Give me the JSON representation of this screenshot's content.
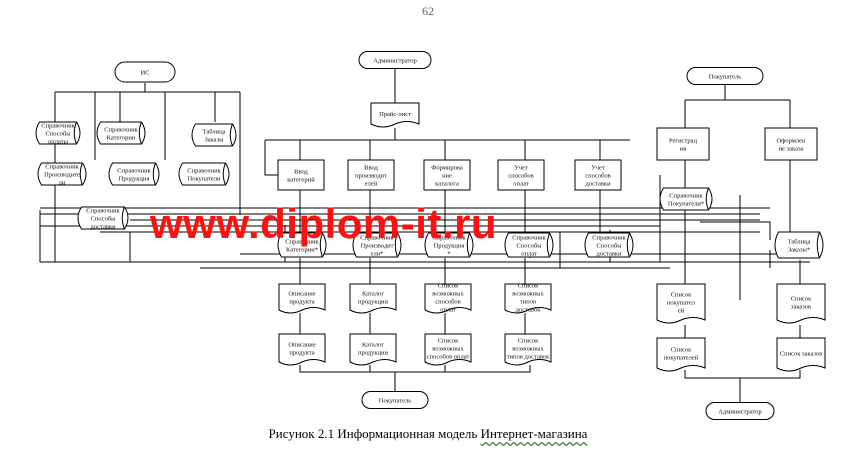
{
  "page_number": "62",
  "caption": {
    "main": "Рисунок 2.1 Информационная модель ",
    "underlined": "Интернет-магазина"
  },
  "watermark": "www.diplom-it.ru",
  "terminators": {
    "is": "ИС",
    "admin_top": "Администратор",
    "buyer_top": "Покупатель",
    "buyer_bottom": "Покупатель",
    "admin_bottom": "Администратор"
  },
  "top_nodes": {
    "price_list": "Прайс-лист"
  },
  "left_directories": [
    [
      "Справочник",
      "Способы",
      "оплаты"
    ],
    [
      "Справочник",
      "Категории"
    ],
    [
      "Таблица",
      "Заказы"
    ],
    [
      "Справочник",
      "Производите",
      "ли"
    ],
    [
      "Справочник",
      "Продукция"
    ],
    [
      "Справочник",
      "Покупатели"
    ],
    [
      "Справочник",
      "Способы",
      "доставки"
    ]
  ],
  "processes": [
    [
      "Ввод",
      "категорий"
    ],
    [
      "Ввод",
      "производит",
      "елей"
    ],
    [
      "Формирова",
      "ние",
      "каталога"
    ],
    [
      "Учет",
      "способов",
      "оплат"
    ],
    [
      "Учет",
      "способов",
      "доставки"
    ]
  ],
  "buyer_processes": [
    [
      "Регистрац",
      "ия"
    ],
    [
      "Оформлен",
      "ие заказа"
    ]
  ],
  "buyer_dir": [
    "Справочник",
    "Покупатели*"
  ],
  "mid_directories": [
    [
      "Справочник",
      "Категории*"
    ],
    [
      "Справочник",
      "Производит",
      "ели*"
    ],
    [
      "Справочник",
      "Продукция",
      "*"
    ],
    [
      "Справочник",
      "Способы",
      "оплат"
    ],
    [
      "Справочник",
      "Способы",
      "доставки"
    ]
  ],
  "orders_table": [
    "Таблица",
    "Заказы*"
  ],
  "row1": [
    [
      "Описание",
      "продукта"
    ],
    [
      "Каталог",
      "продукции"
    ],
    [
      "Список",
      "возможных",
      "способов",
      "оплат"
    ],
    [
      "Список",
      "возможных",
      "типов",
      "доставок"
    ],
    [
      "Список",
      "покупател",
      "ей"
    ],
    [
      "Список",
      "заказов"
    ]
  ],
  "row2": [
    [
      "Описание",
      "продукта"
    ],
    [
      "Каталог",
      "продукции"
    ],
    [
      "Список",
      "возможных",
      "способов оплат"
    ],
    [
      "Список",
      "возможных",
      "типов доставок"
    ],
    [
      "Список",
      "покупателей"
    ],
    [
      "Список заказов"
    ]
  ]
}
